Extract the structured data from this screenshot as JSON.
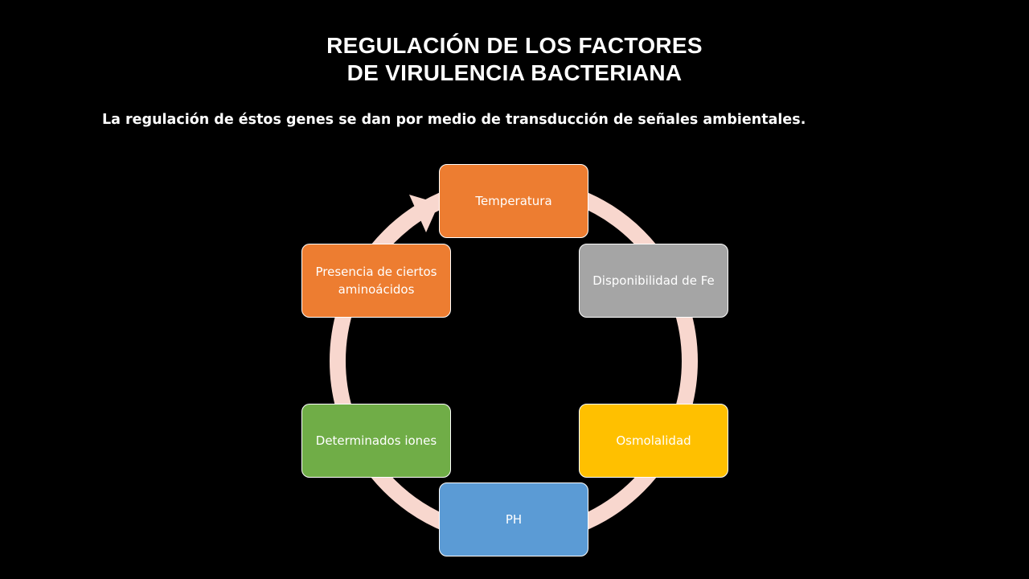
{
  "title": {
    "line1": "REGULACIÓN DE LOS FACTORES",
    "line2": "DE VIRULENCIA BACTERIANA"
  },
  "subtitle": "La regulación de éstos genes se dan por medio de transducción de señales ambientales.",
  "cycle": {
    "ring_color": "#F8D7CE",
    "nodes": [
      {
        "label": "Temperatura",
        "color": "#ED7D31"
      },
      {
        "label": "Disponibilidad de Fe",
        "color": "#A5A5A5"
      },
      {
        "label": "Osmolalidad",
        "color": "#FFC000"
      },
      {
        "label": "PH",
        "color": "#5B9BD5"
      },
      {
        "label": "Determinados iones",
        "color": "#70AD47"
      },
      {
        "label": "Presencia de ciertos aminoácidos",
        "color": "#ED7D31"
      }
    ]
  }
}
